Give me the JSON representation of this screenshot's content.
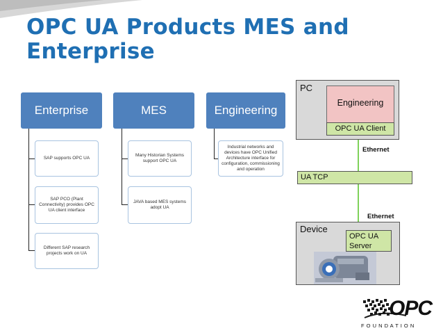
{
  "title": "OPC UA Products MES and Enterprise",
  "columns": [
    {
      "heading": "Enterprise",
      "notes": [
        "SAP supports OPC UA",
        "SAP PCO (Plant Connectivity) provides OPC UA client interface",
        "Different SAP research projects work on UA"
      ]
    },
    {
      "heading": "MES",
      "notes": [
        "Many Historian Systems support OPC UA",
        "JAVA based MES systems adopt UA"
      ]
    },
    {
      "heading": "Engineering",
      "notes": [
        "Industrial networks and devices have OPC Unified Architecture interface for configuration, commissioning and operation"
      ]
    }
  ],
  "network": {
    "pc_label": "PC",
    "engineering_label": "Engineering",
    "client_label": "OPC UA Client",
    "ethernet_top": "Ethernet",
    "uatcp_label": "UA TCP",
    "ethernet_bottom": "Ethernet",
    "device_label": "Device",
    "server_label": "OPC UA Server"
  },
  "logo": {
    "text": "OPC",
    "subtext": "F O U N D A T I O N"
  },
  "colors": {
    "title": "#1f6fb3",
    "header_box": "#4f81bd",
    "device_box": "#d9d9d9",
    "engineering_box": "#f2c4c4",
    "client_box": "#cfe6a6",
    "ethernet_line": "#7fd25a"
  }
}
